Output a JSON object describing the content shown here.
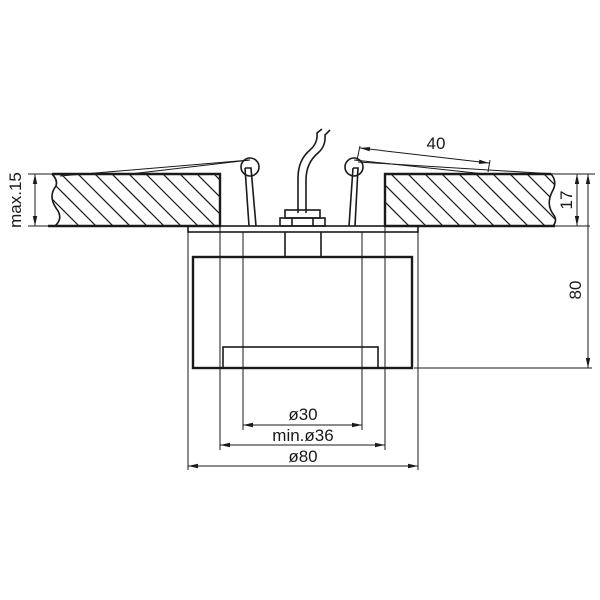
{
  "drawing": {
    "title": "Recessed downlight installation drawing",
    "background": "#ffffff",
    "line_color": "#1a1a1a"
  },
  "dimensions": {
    "ceiling_thickness": "max.15",
    "spring_clip_reach": "40",
    "flange_to_ceiling_top": "17",
    "total_height": "80",
    "inner_diameter": "ø30",
    "cutout_diameter": "min.ø36",
    "outer_diameter": "ø80"
  },
  "components": [
    {
      "name": "ceiling-left",
      "label": "Ceiling section (hatched)"
    },
    {
      "name": "ceiling-right",
      "label": "Ceiling section (hatched)"
    },
    {
      "name": "spring-clip-left",
      "label": "Spring clip"
    },
    {
      "name": "spring-clip-right",
      "label": "Spring clip"
    },
    {
      "name": "power-wires",
      "label": "Supply wires"
    },
    {
      "name": "terminal-block",
      "label": "Terminal"
    },
    {
      "name": "flange",
      "label": "Trim flange"
    },
    {
      "name": "lamp-body",
      "label": "Luminaire body"
    },
    {
      "name": "diffuser",
      "label": "Bottom glass"
    }
  ]
}
